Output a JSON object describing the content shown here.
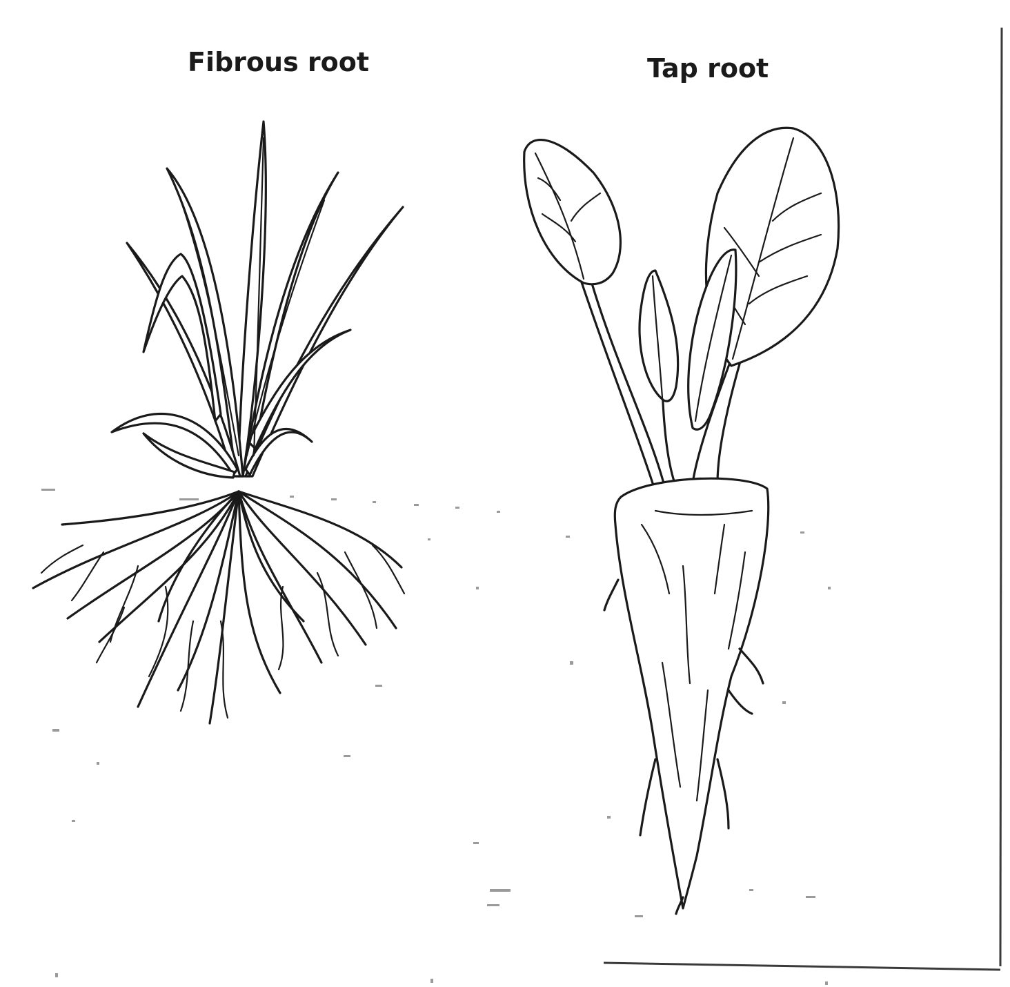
{
  "diagram": {
    "panels": [
      {
        "id": "fibrous",
        "label": "Fibrous root"
      },
      {
        "id": "tap",
        "label": "Tap root"
      }
    ]
  }
}
